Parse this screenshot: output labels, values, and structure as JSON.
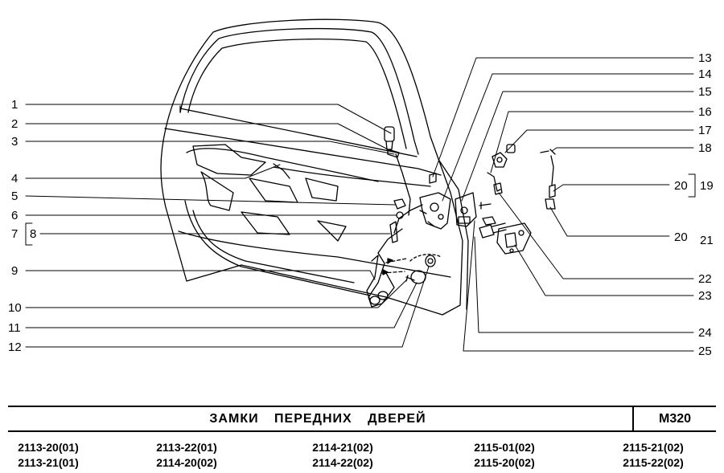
{
  "callouts": {
    "c1": "1",
    "c2": "2",
    "c3": "3",
    "c4": "4",
    "c5": "5",
    "c6": "6",
    "c7": "7",
    "c8": "8",
    "c9": "9",
    "c10": "10",
    "c11": "11",
    "c12": "12",
    "c13": "13",
    "c14": "14",
    "c15": "15",
    "c16": "16",
    "c17": "17",
    "c18": "18",
    "c19": "19",
    "c20a": "20",
    "c20b": "20",
    "c21": "21",
    "c22": "22",
    "c23": "23",
    "c24": "24",
    "c25": "25"
  },
  "title": "ЗАМКИ ПЕРЕДНИХ ДВЕРЕЙ",
  "code": "M320",
  "models": [
    [
      "2113-20(01)",
      "2113-21(01)"
    ],
    [
      "2113-22(01)",
      "2114-20(02)"
    ],
    [
      "2114-21(02)",
      "2114-22(02)"
    ],
    [
      "2115-01(02)",
      "2115-20(02)"
    ],
    [
      "2115-21(02)",
      "2115-22(02)"
    ]
  ]
}
